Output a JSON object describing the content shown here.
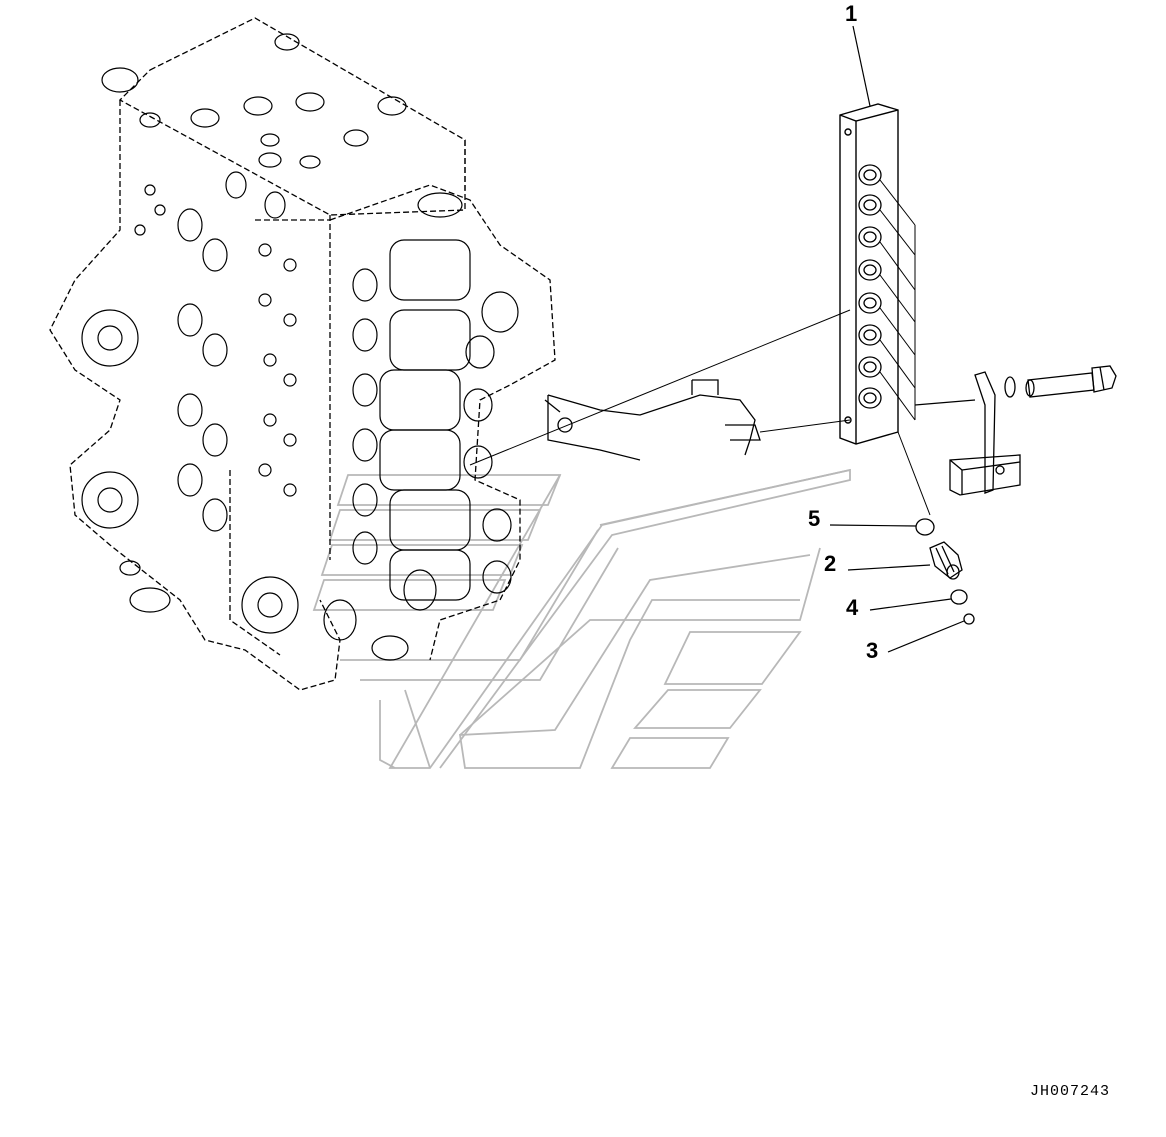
{
  "callouts": {
    "c1": "1",
    "c2": "2",
    "c3": "3",
    "c4": "4",
    "c5": "5"
  },
  "doc_id": "JH007243",
  "colors": {
    "line": "#000000",
    "watermark": "#b8b8b8",
    "background": "#ffffff"
  },
  "parts": [
    {
      "callout": "1",
      "name": "manifold-block",
      "icon": "manifold-block-icon"
    },
    {
      "callout": "2",
      "name": "fitting",
      "icon": "fitting-icon"
    },
    {
      "callout": "3",
      "name": "o-ring-small",
      "icon": "o-ring-icon"
    },
    {
      "callout": "4",
      "name": "o-ring-medium",
      "icon": "o-ring-icon"
    },
    {
      "callout": "5",
      "name": "plug",
      "icon": "plug-icon"
    }
  ]
}
